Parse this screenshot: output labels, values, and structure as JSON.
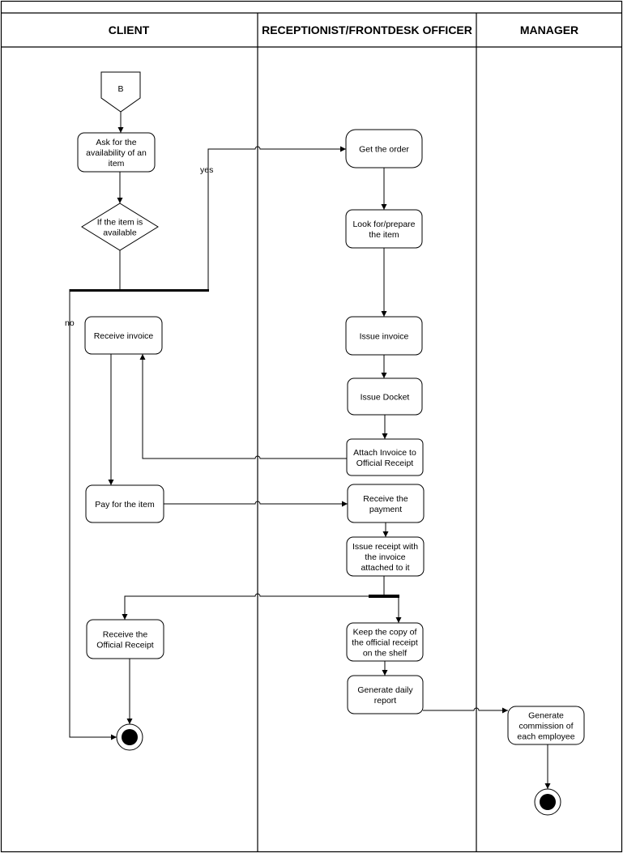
{
  "lanes": [
    {
      "id": "client",
      "title": "CLIENT"
    },
    {
      "id": "reception",
      "title": "RECEPTIONIST/FRONTDESK OFFICER"
    },
    {
      "id": "manager",
      "title": "MANAGER"
    }
  ],
  "nodes": {
    "connector_b": "B",
    "ask_availability": [
      "Ask for the",
      "availability of an",
      "item"
    ],
    "decision_available": [
      "If the item is",
      "available"
    ],
    "get_order": [
      "Get the order"
    ],
    "prepare_item": [
      "Look for/prepare",
      "the item"
    ],
    "receive_invoice": [
      "Receive invoice"
    ],
    "issue_invoice": [
      "Issue invoice"
    ],
    "issue_docket": [
      "Issue Docket"
    ],
    "attach_invoice": [
      "Attach Invoice to",
      "Official Receipt"
    ],
    "pay_item": [
      "Pay for the item"
    ],
    "receive_payment": [
      "Receive the",
      "payment"
    ],
    "issue_receipt": [
      "Issue receipt with",
      "the invoice",
      "attached to it"
    ],
    "receive_official_receipt": [
      "Receive the",
      "Official Receipt"
    ],
    "keep_copy": [
      "Keep the copy of",
      "the official receipt",
      "on the shelf"
    ],
    "generate_report": [
      "Generate daily",
      "report"
    ],
    "generate_commission": [
      "Generate",
      "commission of",
      "each employee"
    ]
  },
  "edge_labels": {
    "yes": "yes",
    "no": "no"
  }
}
